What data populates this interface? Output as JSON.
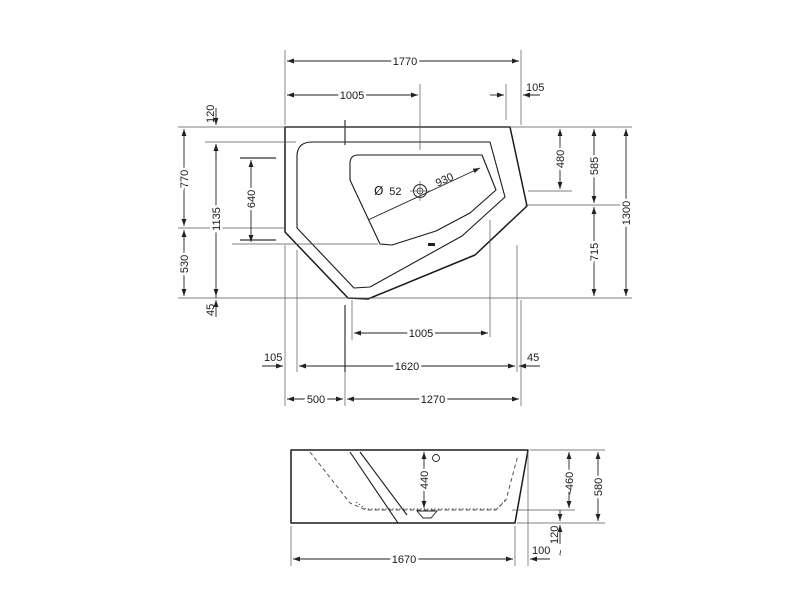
{
  "top_view": {
    "dims": {
      "overall_width": "1770",
      "inner_top_left": "1005",
      "offset_top_right": "105",
      "rim_top": "120",
      "left_upper": "770",
      "left_depth": "1135",
      "inner_depth": "640",
      "left_lower": "530",
      "rim_bottom": "45",
      "right_upper": "480",
      "right_mid": "585",
      "right_lower": "715",
      "overall_depth": "1300",
      "inner_bottom": "1005",
      "offset_left": "105",
      "inner_width": "1620",
      "offset_right": "45",
      "front_left": "500",
      "front_right": "1270"
    },
    "drain": {
      "diameter_symbol": "Ø",
      "diameter": "52",
      "diagonal": "930"
    }
  },
  "side_view": {
    "dims": {
      "inner_depth": "440",
      "height_tub": "460",
      "height_total": "580",
      "base_height": "120",
      "base_offset": "100",
      "length": "1670"
    }
  }
}
